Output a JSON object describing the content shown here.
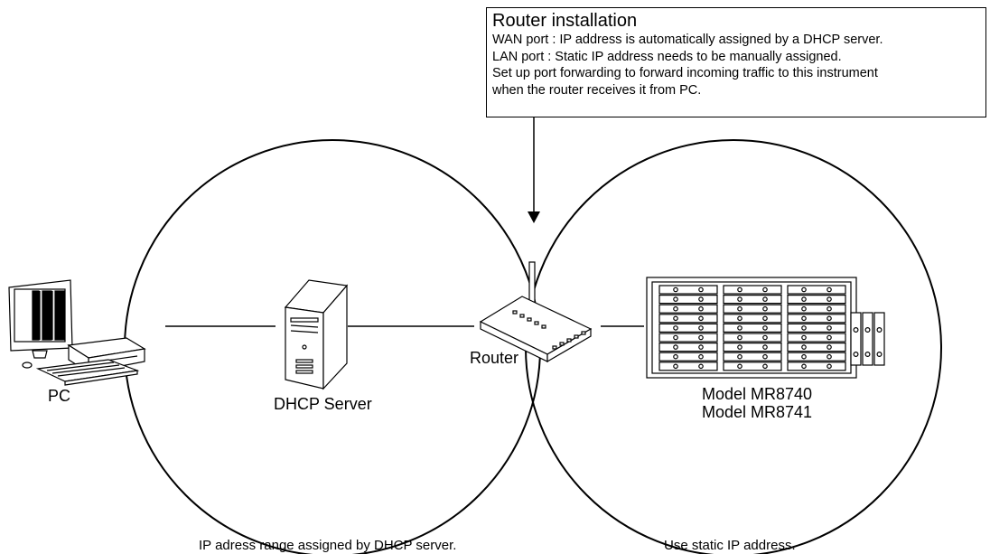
{
  "note": {
    "title": "Router installation",
    "lines": [
      "WAN port : IP address is automatically assigned by a DHCP server.",
      "LAN port  : Static IP address needs to be manually assigned.",
      "Set up port forwarding to forward incoming traffic to this instrument",
      "when the router receives it from PC."
    ]
  },
  "labels": {
    "pc": "PC",
    "dhcp_server": "DHCP Server",
    "router": "Router",
    "model_1": "Model MR8740",
    "model_2": "Model MR8741"
  },
  "captions": {
    "left_network": "IP adress range assigned by DHCP server.",
    "right_network": "Use static IP address."
  }
}
